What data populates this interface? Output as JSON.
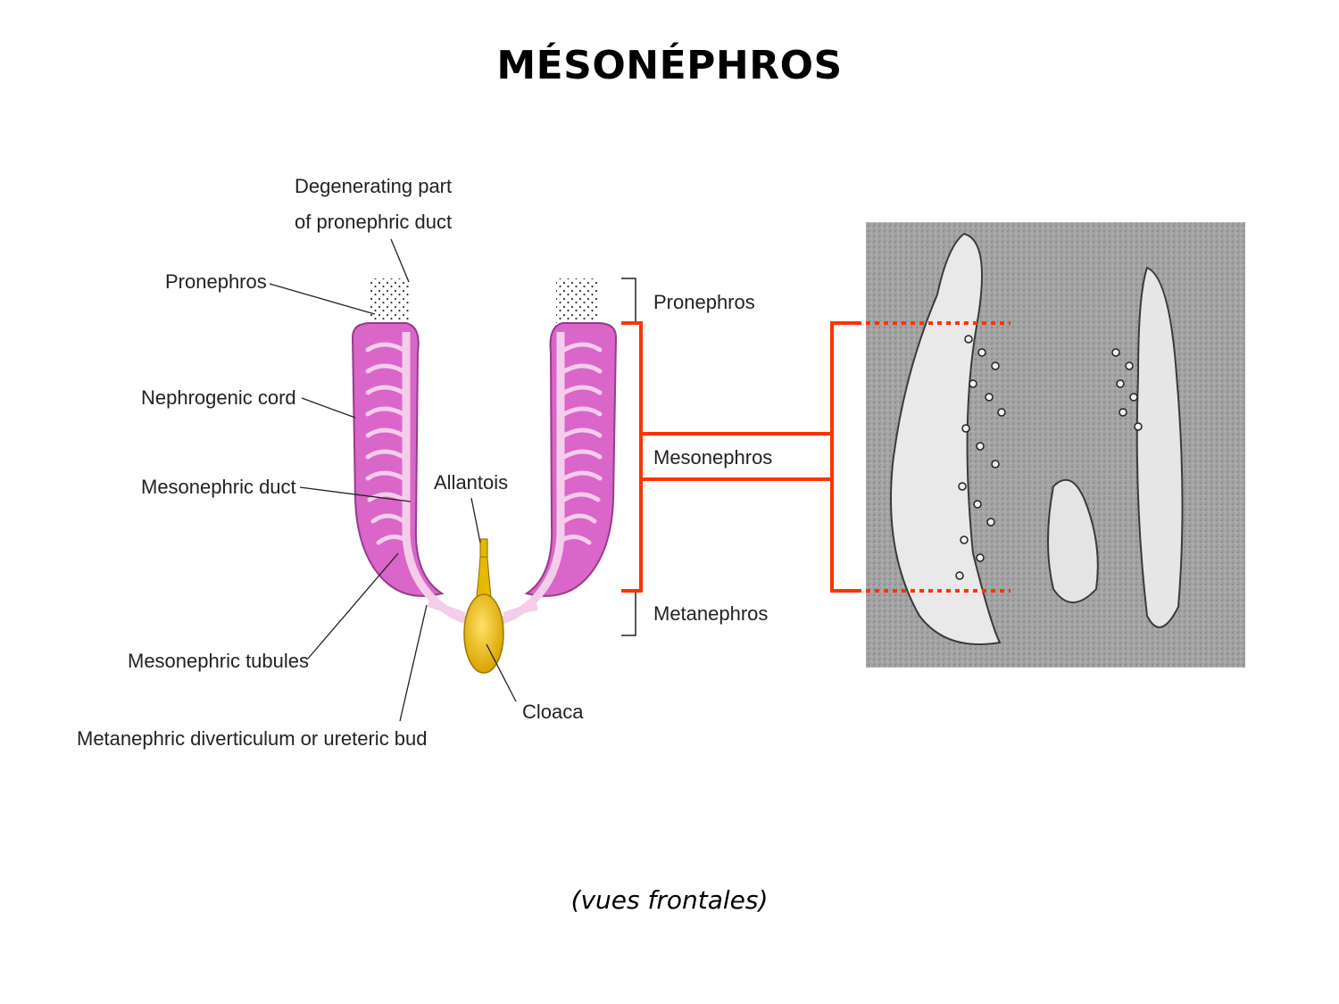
{
  "title": "MÉSONÉPHROS",
  "caption": "(vues frontales)",
  "diagram": {
    "labels": {
      "degenerating_line1": "Degenerating part",
      "degenerating_line2": "of pronephric duct",
      "pronephros_left": "Pronephros",
      "nephrogenic_cord": "Nephrogenic cord",
      "mesonephric_duct": "Mesonephric duct",
      "allantois": "Allantois",
      "mesonephric_tubules": "Mesonephric tubules",
      "cloaca": "Cloaca",
      "metanephric_diverticulum": "Metanephric diverticulum or ureteric bud",
      "bracket_pronephros": "Pronephros",
      "bracket_mesonephros": "Mesonephros",
      "bracket_metanephros": "Metanephros"
    },
    "colors": {
      "nephrogenic_cord": "#d966c8",
      "tubules": "#f2c6ea",
      "cloaca": "#e8b800",
      "highlight": "#ff3300"
    }
  }
}
